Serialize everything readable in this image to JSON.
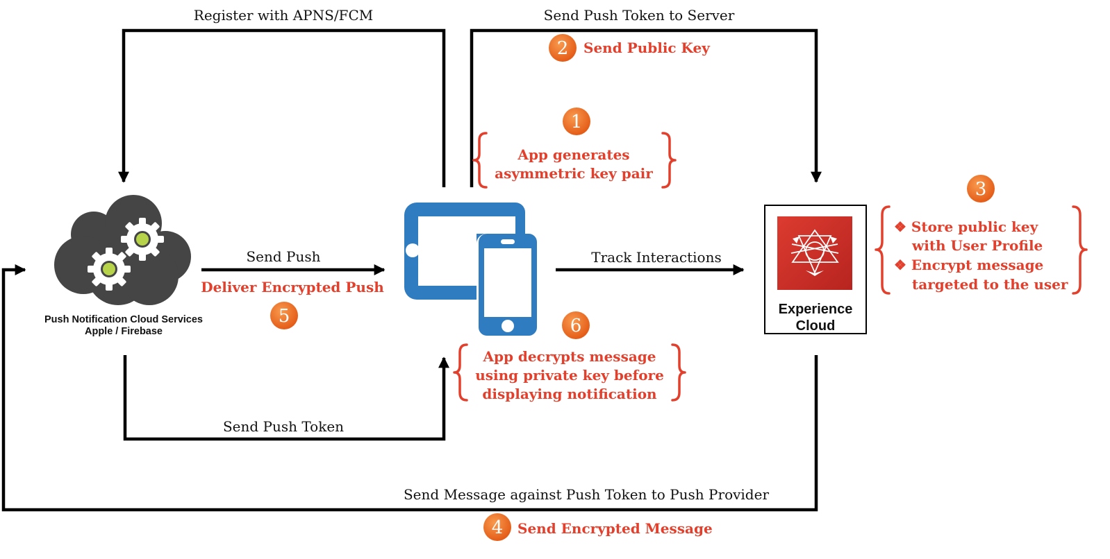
{
  "labels": {
    "register": "Register with APNS/FCM",
    "send_push_token_server": "Send Push Token to Server",
    "send_public_key": "Send Public Key",
    "send_push": "Send Push",
    "deliver_encrypted_push": "Deliver Encrypted Push",
    "track_interactions": "Track Interactions",
    "send_push_token": "Send Push Token",
    "send_message_provider": "Send Message against Push Token to Push Provider",
    "send_encrypted_message": "Send Encrypted Message"
  },
  "notes": {
    "step1": [
      "App generates",
      "asymmetric key pair"
    ],
    "step3": [
      "❖ Store public key",
      "with User Profile",
      "❖ Encrypt message",
      "targeted to the user"
    ],
    "step6": [
      "App decrypts message",
      "using private key before",
      "displaying notification"
    ]
  },
  "nodes": {
    "push_service": [
      "Push Notification Cloud Services",
      "Apple / Firebase"
    ],
    "experience_cloud": [
      "Experience",
      "Cloud"
    ]
  },
  "badges": [
    "1",
    "2",
    "3",
    "4",
    "5",
    "6"
  ],
  "colors": {
    "accent_red": "#e2402c",
    "badge_orange": "#ee6a22",
    "device_blue": "#2f7cc0",
    "cloud_gray": "#454545",
    "gear_green": "#b7d34a",
    "adobe_red": "#d2332b"
  }
}
